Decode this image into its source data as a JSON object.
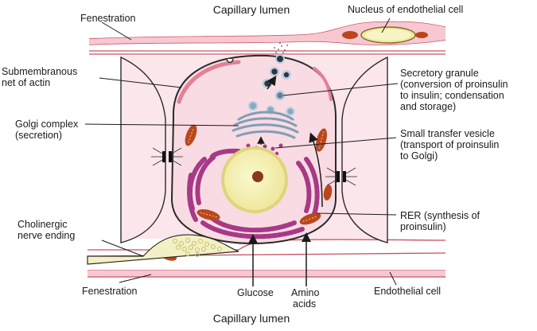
{
  "diagram": {
    "top_title": "Capillary lumen",
    "bottom_title": "Capillary lumen",
    "labels": {
      "fenestration_top": "Fenestration",
      "nucleus_endothelial": "Nucleus of endothelial cell",
      "submembranous_1": "Submembranous",
      "submembranous_2": "net of actin",
      "granule_1": "Secretory granule",
      "granule_2": "(conversion of proinsulin",
      "granule_3": "to insulin; condensation",
      "granule_4": "and storage)",
      "golgi_1": "Golgi complex",
      "golgi_2": "(secretion)",
      "vesicle_1": "Small transfer vesicle",
      "vesicle_2": "(transport of proinsulin",
      "vesicle_3": "to Golgi)",
      "cholinergic_1": "Cholinergic",
      "cholinergic_2": "nerve ending",
      "rer_1": "RER (synthesis of",
      "rer_2": "proinsulin)",
      "fenestration_bottom": "Fenestration",
      "glucose": "Glucose",
      "amino_1": "Amino",
      "amino_2": "acids",
      "endothelial_cell": "Endothelial cell"
    },
    "colors": {
      "cell_fill": "#f8dbe3",
      "interstitial": "#fbe6ec",
      "membrane": "#2a2a2a",
      "capillary_wall": "#e8a6b4",
      "capillary_stroke": "#c9525f",
      "rer": "#a63a86",
      "nucleus": "#f6f3b2",
      "nucleus_ring": "#d8cf6a",
      "nucleolus": "#8a3a18",
      "mitochondria": "#b8471e",
      "mito_crista": "#e8a05a",
      "golgi": "#7f9fb5",
      "granule_core": "#333344",
      "granule_halo": "#b3cfe0",
      "nerve": "#f3f0c5",
      "nerve_vesicle": "#c8c06a",
      "actin": "#e47f94"
    }
  }
}
